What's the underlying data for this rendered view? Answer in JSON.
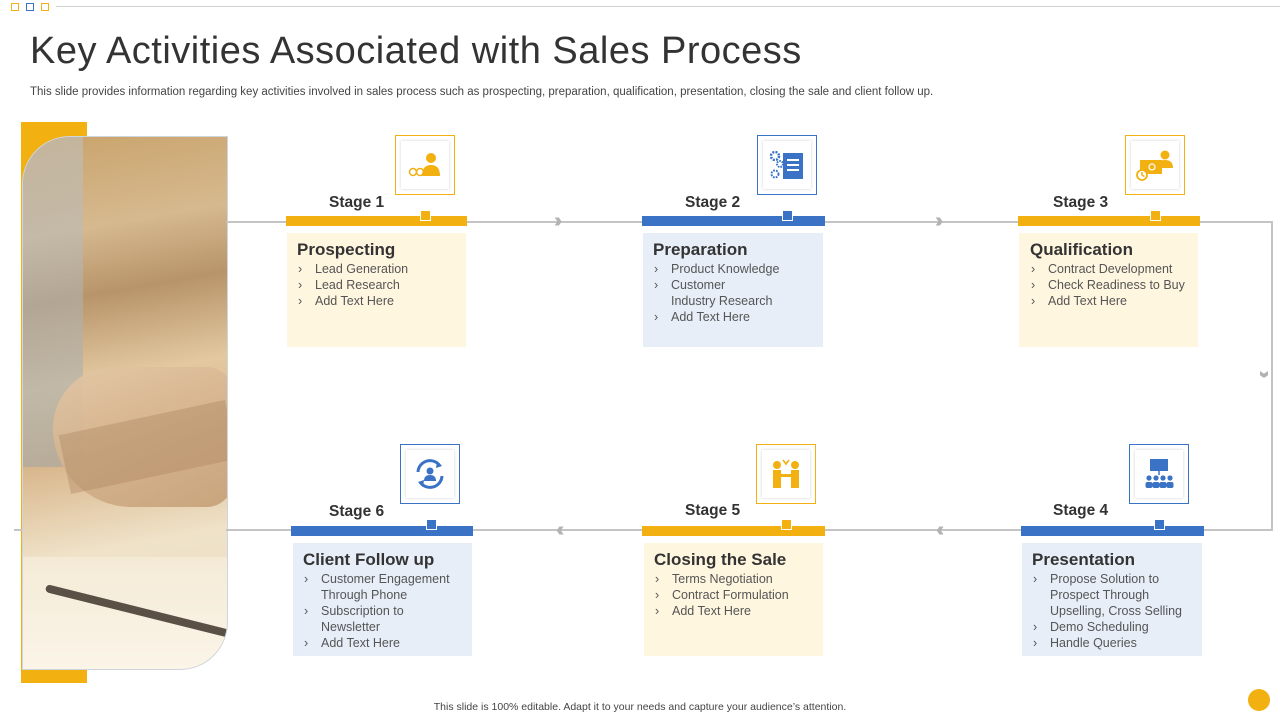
{
  "title": "Key Activities Associated with Sales Process",
  "subtitle": "This slide provides information regarding key activities involved in sales process such as prospecting, preparation, qualification, presentation, closing the sale and client follow up.",
  "footer": "This slide is 100% editable.  Adapt it to your needs and capture your audience’s attention.",
  "colors": {
    "accent_yellow": "#F2B011",
    "accent_blue": "#3A73C6",
    "card_yellow": "#FFF6E0",
    "card_blue": "#E7EEF8"
  },
  "stages": [
    {
      "label": "Stage 1",
      "title": "Prospecting",
      "color": "yellow",
      "icon": "prospect-user-icon",
      "items": [
        "Lead Generation",
        "Lead Research",
        "Add Text Here"
      ]
    },
    {
      "label": "Stage 2",
      "title": "Preparation",
      "color": "blue",
      "icon": "gears-document-icon",
      "items": [
        "Product Knowledge",
        "Customer\nIndustry Research",
        "Add Text Here"
      ]
    },
    {
      "label": "Stage 3",
      "title": "Qualification",
      "color": "yellow",
      "icon": "qualification-user-icon",
      "items": [
        "Contract Development",
        "Check Readiness  to Buy",
        "Add Text Here"
      ]
    },
    {
      "label": "Stage 4",
      "title": "Presentation",
      "color": "blue",
      "icon": "presentation-audience-icon",
      "items": [
        "Propose Solution to\nProspect Through\nUpselling, Cross Selling",
        "Demo Scheduling",
        "Handle Queries"
      ]
    },
    {
      "label": "Stage 5",
      "title": "Closing the Sale",
      "color": "yellow",
      "icon": "handshake-deal-icon",
      "items": [
        "Terms Negotiation",
        "Contract Formulation",
        "Add Text Here"
      ]
    },
    {
      "label": "Stage 6",
      "title": "Client Follow up",
      "color": "blue",
      "icon": "client-refresh-icon",
      "items": [
        "Customer Engagement\nThrough  Phone",
        "Subscription to\nNewsletter",
        "Add Text Here"
      ]
    }
  ]
}
